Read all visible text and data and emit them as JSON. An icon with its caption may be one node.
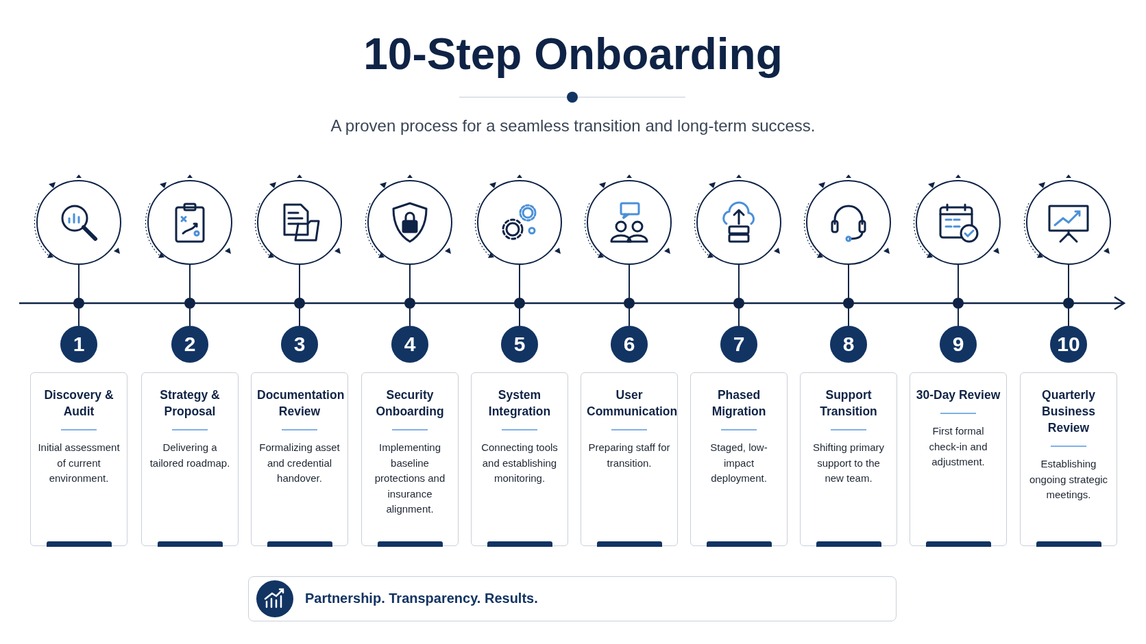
{
  "diagram": {
    "title": "10-Step Onboarding",
    "caption": "A proven process for a seamless transition and long-term success.",
    "nodes": [
      {
        "text": [],
        "shape": "circle"
      },
      {
        "text": [],
        "shape": "circle"
      },
      {
        "text": [],
        "shape": "circle"
      },
      {
        "text": [],
        "shape": "circle"
      },
      {
        "text": [],
        "shape": "circle"
      },
      {
        "text": [],
        "shape": "circle"
      },
      {
        "text": [],
        "shape": "circle"
      },
      {
        "text": [],
        "shape": "circle"
      },
      {
        "text": [],
        "shape": "circle"
      },
      {
        "text": [],
        "shape": "circle"
      },
      {
        "text": [
          "1"
        ]
      },
      {
        "text": [
          "2"
        ]
      },
      {
        "text": [
          "3"
        ]
      },
      {
        "text": [
          "4"
        ]
      },
      {
        "text": [
          "5"
        ]
      },
      {
        "text": [
          "6"
        ]
      },
      {
        "text": [
          "7"
        ]
      },
      {
        "text": [
          "8"
        ]
      },
      {
        "text": [
          "9"
        ]
      },
      {
        "text": [
          "10"
        ]
      },
      {
        "text": [
          "Discovery & Audit",
          "Initial assessment of current environment."
        ]
      },
      {
        "text": [
          "Strategy & Proposal",
          "Delivering a tailored roadmap."
        ]
      },
      {
        "text": [
          "Documentation Review",
          "Formalizing asset and credential handover."
        ]
      },
      {
        "text": [
          "Security Onboarding",
          "Implementing baseline protections and insurance alignment."
        ]
      },
      {
        "text": [
          "System Integration",
          "Connecting tools and establishing monitoring."
        ]
      },
      {
        "text": [
          "User Communication",
          "Preparing staff for transition."
        ]
      },
      {
        "text": [
          "Phased Migration",
          "Staged, low-impact deployment."
        ]
      },
      {
        "text": [
          "Support Transition",
          "Shifting primary support to the new team."
        ]
      },
      {
        "text": [
          "30-Day Review",
          "First formal check-in and adjustment."
        ]
      },
      {
        "text": [
          "Quarterly Business Review",
          "Establishing ongoing strategic meetings."
        ]
      },
      {
        "text": [
          "Partnership. Transparency. Results."
        ]
      }
    ],
    "edges": [
      {
        "from": 0,
        "to": 10,
        "arrow": "none"
      },
      {
        "from": 1,
        "to": 11,
        "arrow": "none"
      },
      {
        "from": 2,
        "to": 12,
        "arrow": "none"
      },
      {
        "from": 3,
        "to": 13,
        "arrow": "none"
      },
      {
        "from": 4,
        "to": 14,
        "arrow": "none"
      },
      {
        "from": 5,
        "to": 15,
        "arrow": "none"
      },
      {
        "from": 6,
        "to": 16,
        "arrow": "none"
      },
      {
        "from": 7,
        "to": 17,
        "arrow": "none"
      },
      {
        "from": 8,
        "to": 18,
        "arrow": "none"
      },
      {
        "from": 9,
        "to": 19,
        "arrow": "none"
      }
    ]
  }
}
